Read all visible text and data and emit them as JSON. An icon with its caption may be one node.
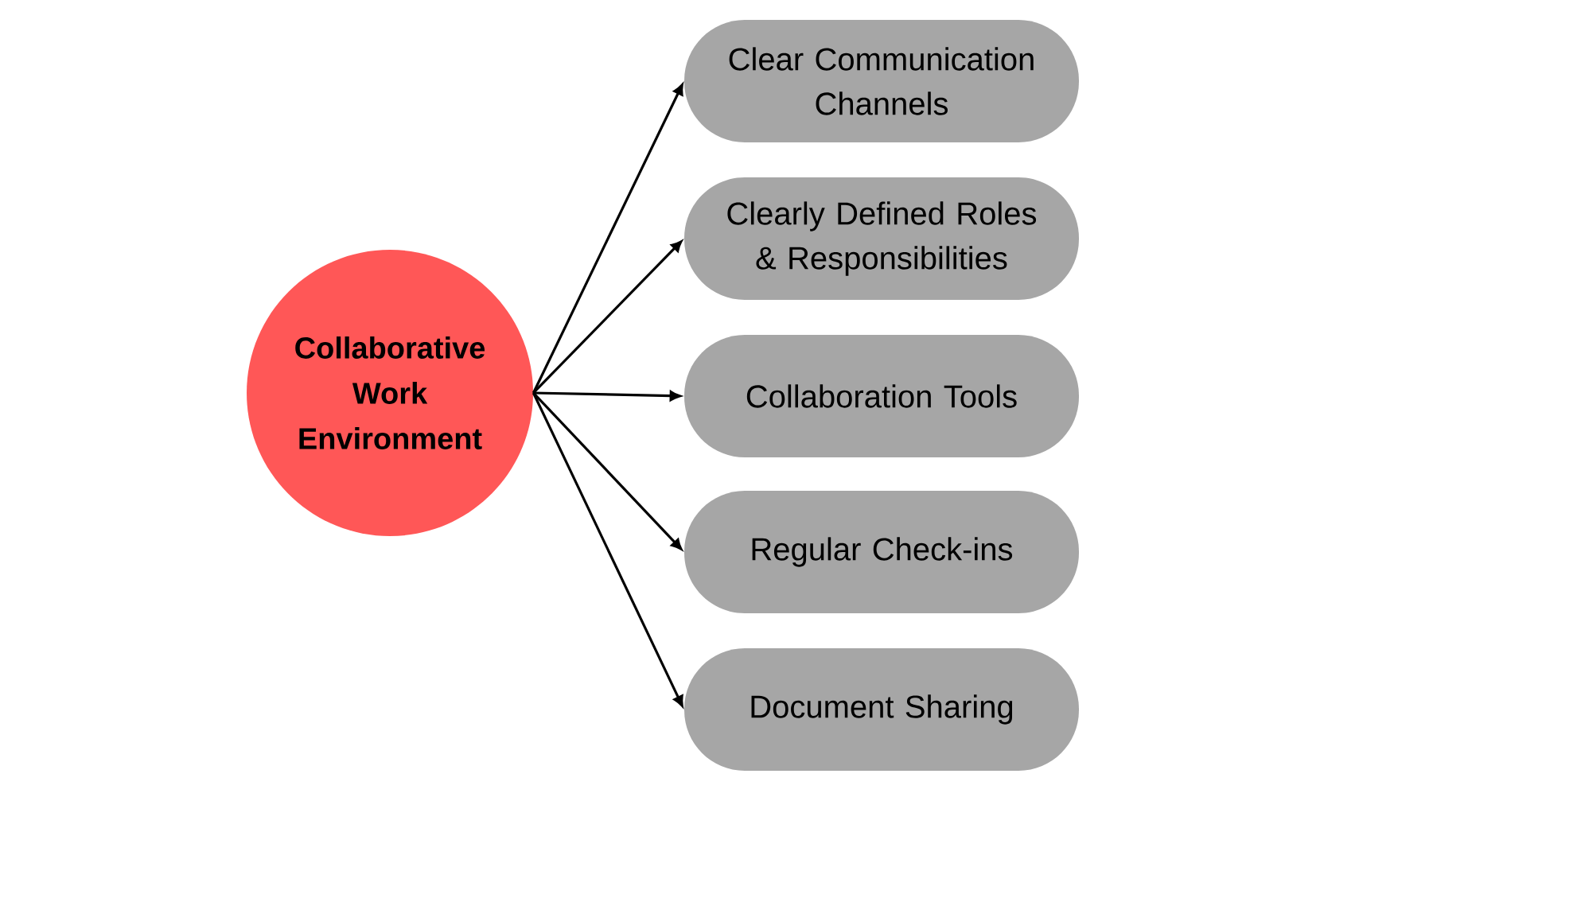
{
  "diagram": {
    "nodes": [
      {
        "text": [
          "Collaborative Work Environment"
        ]
      },
      {
        "text": [
          "Clear Communication Channels"
        ]
      },
      {
        "text": [
          "Clearly Defined Roles & Responsibilities"
        ]
      },
      {
        "text": [
          "Collaboration Tools"
        ]
      },
      {
        "text": [
          "Regular Check-ins"
        ]
      },
      {
        "text": [
          "Document Sharing"
        ]
      }
    ],
    "edges": [
      {
        "from": 0,
        "to": 1,
        "arrow": "to"
      },
      {
        "from": 0,
        "to": 2,
        "arrow": "to"
      },
      {
        "from": 0,
        "to": 3,
        "arrow": "to"
      },
      {
        "from": 0,
        "to": 4,
        "arrow": "to"
      },
      {
        "from": 0,
        "to": 5,
        "arrow": "to"
      }
    ]
  }
}
